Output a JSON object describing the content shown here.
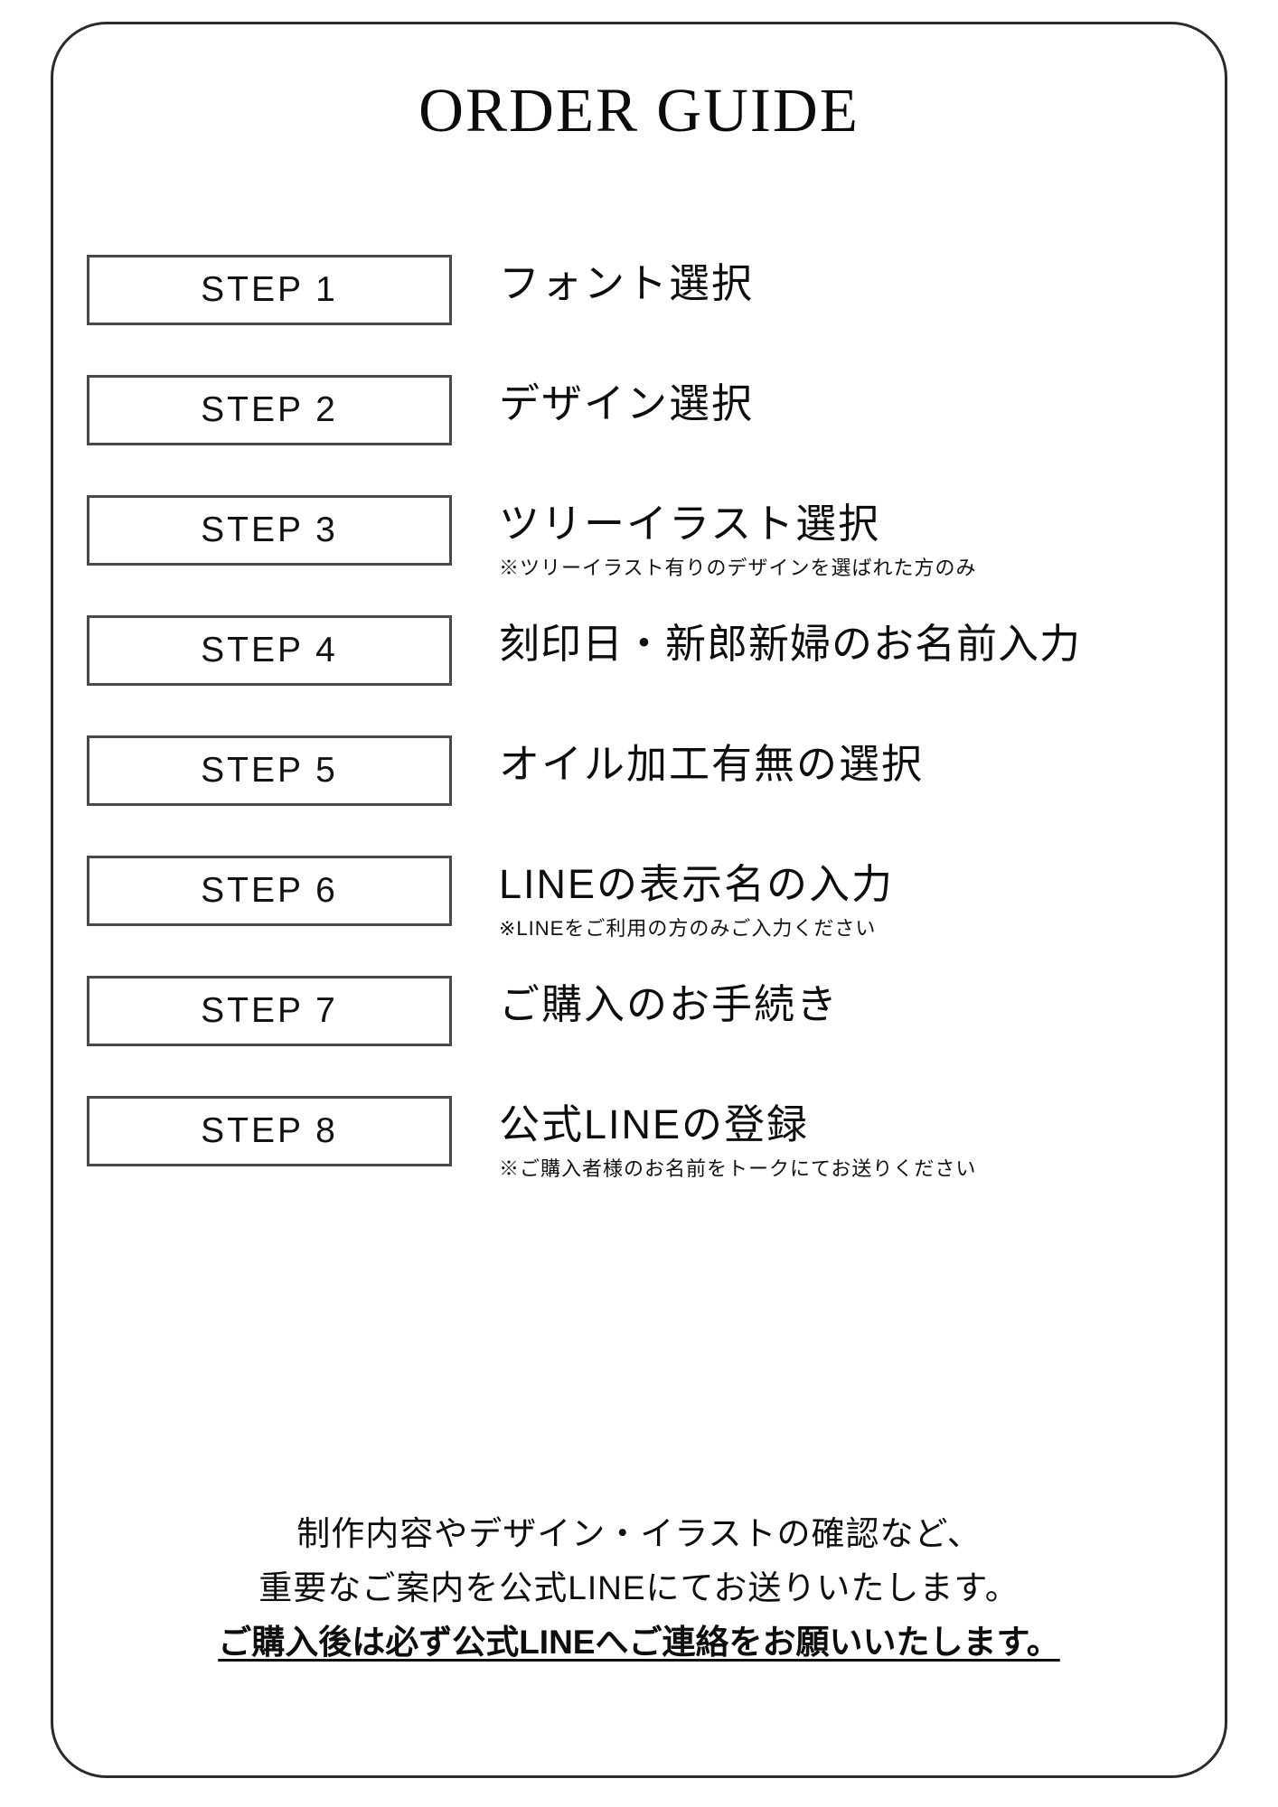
{
  "title": "ORDER GUIDE",
  "steps": [
    {
      "badge": "STEP 1",
      "title": "フォント選択",
      "note": ""
    },
    {
      "badge": "STEP 2",
      "title": "デザイン選択",
      "note": ""
    },
    {
      "badge": "STEP 3",
      "title": "ツリーイラスト選択",
      "note": "※ツリーイラスト有りのデザインを選ばれた方のみ"
    },
    {
      "badge": "STEP 4",
      "title": "刻印日・新郎新婦のお名前入力",
      "note": ""
    },
    {
      "badge": "STEP 5",
      "title": "オイル加工有無の選択",
      "note": ""
    },
    {
      "badge": "STEP 6",
      "title": "LINEの表示名の入力",
      "note": "※LINEをご利用の方のみご入力ください"
    },
    {
      "badge": "STEP 7",
      "title": "ご購入のお手続き",
      "note": ""
    },
    {
      "badge": "STEP 8",
      "title": "公式LINEの登録",
      "note": "※ご購入者様のお名前をトークにてお送りください"
    }
  ],
  "footer": {
    "line1": "制作内容やデザイン・イラストの確認など、",
    "line2": "重要なご案内を公式LINEにてお送りいたします。",
    "line3": "ご購入後は必ず公式LINEへご連絡をお願いいたします。"
  },
  "colors": {
    "frame_border": "#2b2b2b",
    "box_border": "#4a4a4a",
    "text": "#0d0d0d",
    "background": "#ffffff"
  }
}
